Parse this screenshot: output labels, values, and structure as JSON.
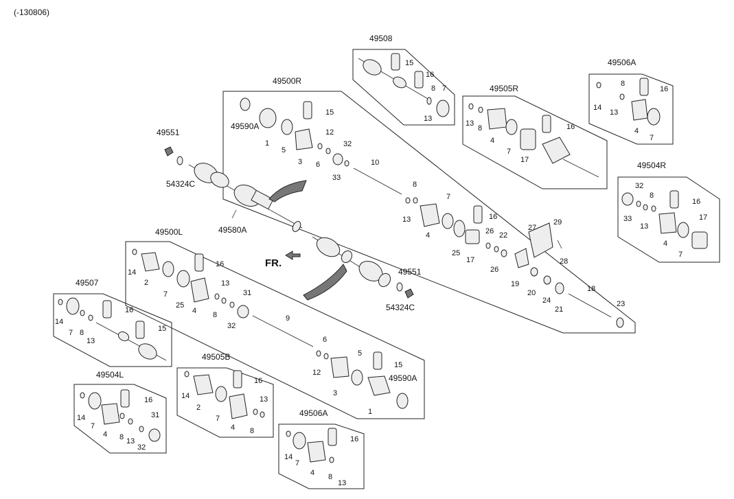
{
  "header_code": "(-130806)",
  "direction_label": "FR.",
  "assemblies": {
    "a49508": "49508",
    "a49500R": "49500R",
    "a49505R": "49505R",
    "a49506A_top": "49506A",
    "a49504R": "49504R",
    "a49500L": "49500L",
    "a49507": "49507",
    "a49505B": "49505B",
    "a49504L": "49504L",
    "a49506A_bottom": "49506A",
    "a49551_top": "49551",
    "a49551_right": "49551",
    "a54324C_top": "54324C",
    "a54324C_right": "54324C",
    "a49580A": "49580A",
    "a49590A_top": "49590A",
    "a49590A_bottom": "49590A"
  },
  "part_numbers": {
    "n1": "1",
    "n2": "2",
    "n3": "3",
    "n4": "4",
    "n5": "5",
    "n6": "6",
    "n7": "7",
    "n8": "8",
    "n9": "9",
    "n10": "10",
    "n12": "12",
    "n13": "13",
    "n14": "14",
    "n15": "15",
    "n16": "16",
    "n17": "17",
    "n18": "18",
    "n19": "19",
    "n20": "20",
    "n21": "21",
    "n22": "22",
    "n23": "23",
    "n24": "24",
    "n25": "25",
    "n26": "26",
    "n27": "27",
    "n28": "28",
    "n29": "29",
    "n31": "31",
    "n32": "32",
    "n33": "33"
  },
  "colors": {
    "line": "#222222",
    "part_fill": "#eeeeee",
    "dark_fill": "#777777",
    "background": "#ffffff"
  }
}
